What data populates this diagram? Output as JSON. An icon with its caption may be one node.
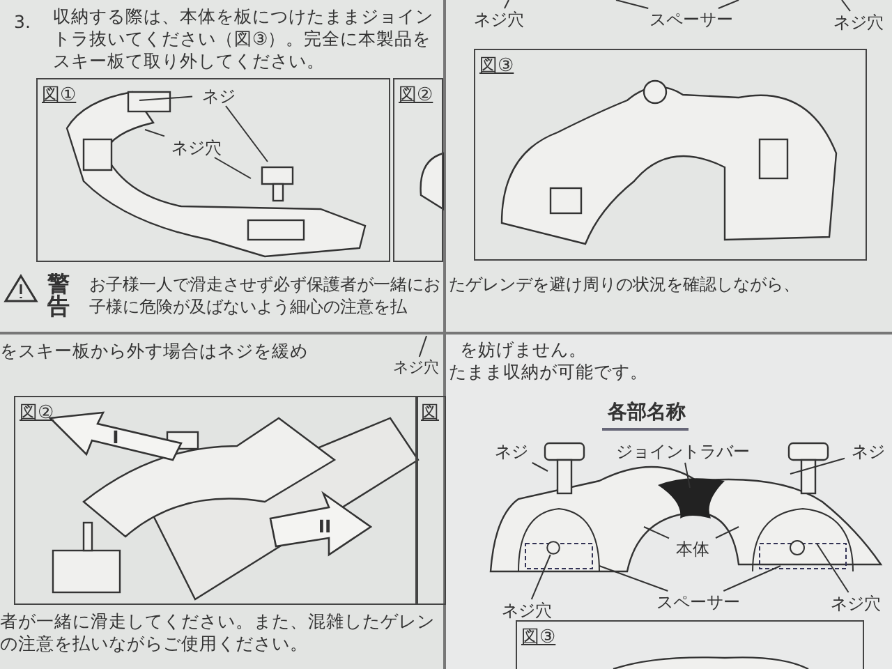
{
  "diagram": {
    "nodes": [
      {
        "text": [
          "図①"
        ]
      },
      {
        "text": [
          "ネジ"
        ],
        "in": 0
      },
      {
        "text": [
          "ネジ穴"
        ],
        "in": 0
      },
      {
        "text": [
          "図②"
        ]
      },
      {
        "text": [
          "図③"
        ]
      },
      {
        "text": [
          "図②"
        ]
      },
      {
        "text": [
          "図"
        ]
      },
      {
        "text": [
          "ネジ穴"
        ]
      },
      {
        "text": [
          "ネジ"
        ]
      },
      {
        "text": [
          "ジョイントラバー"
        ]
      },
      {
        "text": [
          "ネジ"
        ]
      },
      {
        "text": [
          "本体"
        ]
      },
      {
        "text": [
          "ネジ穴"
        ]
      },
      {
        "text": [
          "スペーサー"
        ]
      },
      {
        "text": [
          "ネジ穴"
        ]
      },
      {
        "text": [
          "図③"
        ]
      },
      {
        "text": [
          "ネジ穴"
        ]
      },
      {
        "text": [
          "スペーサー"
        ]
      },
      {
        "text": [
          "ネジ穴"
        ]
      },
      {
        "text": [],
        "shape": "circle"
      }
    ],
    "edges": [
      {
        "from": 1,
        "to": null,
        "arrow": "none"
      },
      {
        "from": 1,
        "to": null,
        "arrow": "none"
      },
      {
        "from": 2,
        "to": null,
        "arrow": "none"
      },
      {
        "from": 2,
        "to": null,
        "arrow": "none"
      },
      {
        "from": 7,
        "to": null,
        "arrow": "none"
      },
      {
        "from": 8,
        "to": null,
        "arrow": "none"
      },
      {
        "from": 9,
        "to": null,
        "arrow": "none"
      },
      {
        "from": 10,
        "to": null,
        "arrow": "none"
      },
      {
        "from": 11,
        "to": null,
        "arrow": "none"
      },
      {
        "from": 11,
        "to": null,
        "arrow": "none"
      },
      {
        "from": 12,
        "to": 19,
        "arrow": "none"
      },
      {
        "from": 13,
        "to": null,
        "arrow": "none"
      },
      {
        "from": 13,
        "to": null,
        "arrow": "none"
      },
      {
        "from": 14,
        "to": null,
        "arrow": "none"
      },
      {
        "from": 16,
        "to": null,
        "arrow": "none"
      },
      {
        "from": 17,
        "to": null,
        "arrow": "none"
      },
      {
        "from": 17,
        "to": null,
        "arrow": "none"
      },
      {
        "from": 18,
        "to": null,
        "arrow": "none"
      }
    ],
    "labels": [
      "3.",
      "収納する際は、本体を板につけたままジョイントラ抜いてください（図③）。完全に本製品をスキー板て取り外してください。",
      "警告",
      "お子様一人で滑走させず必ず保護者が一緒にお子様に危険が及ばないよう細心の注意を払",
      "たゲレンデを避け周りの状況を確認しながら、",
      "をスキー板から外す場合はネジを緩め",
      "I",
      "II",
      "者が一緒に滑走してください。また、混雑したゲレンの注意を払いながらご使用ください。",
      "を妨げません。",
      "たまま収納が可能です。",
      "各部名称"
    ]
  }
}
